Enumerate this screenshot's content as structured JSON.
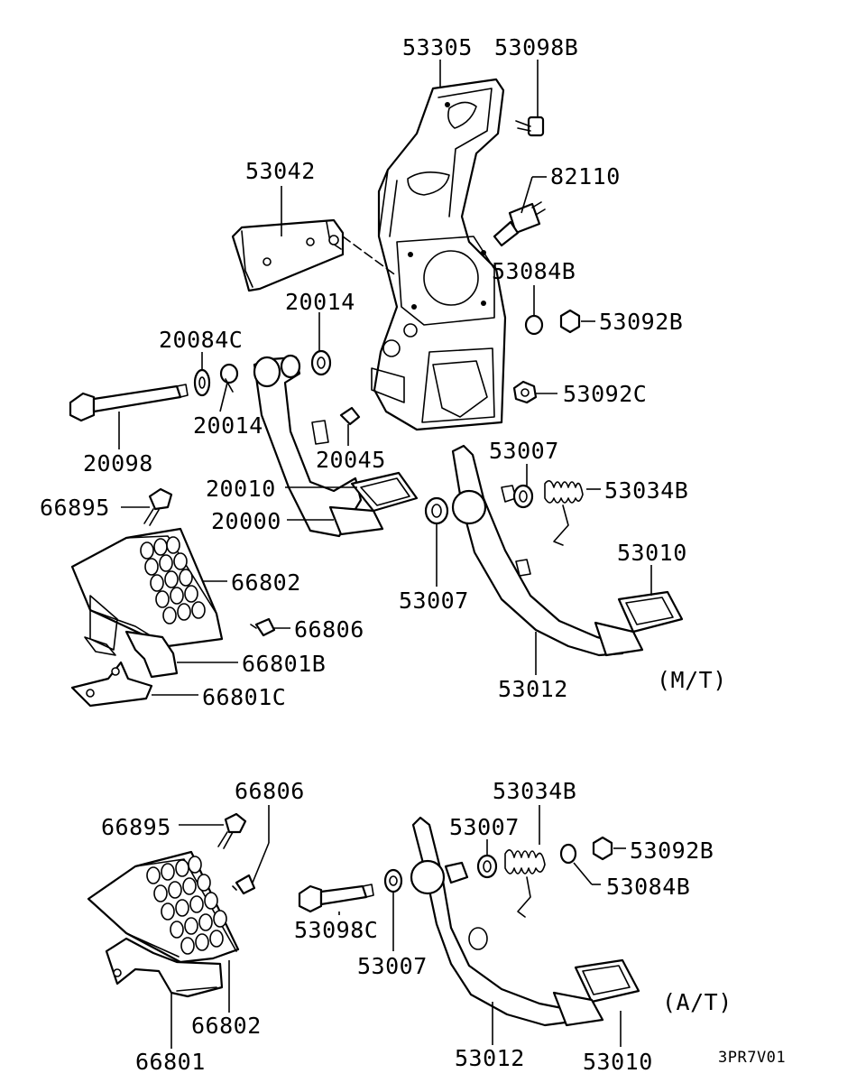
{
  "diagram": {
    "mt": {
      "section_label": "(M/T)",
      "labels": {
        "l53305": "53305",
        "l53098B": "53098B",
        "l82110": "82110",
        "l53042": "53042",
        "l53084B": "53084B",
        "l53092B": "53092B",
        "l53092C": "53092C",
        "l20014a": "20014",
        "l20084C": "20084C",
        "l20014b": "20014",
        "l20098": "20098",
        "l20045": "20045",
        "l20010": "20010",
        "l20000": "20000",
        "l53007a": "53007",
        "l53034B": "53034B",
        "l66895": "66895",
        "l66802": "66802",
        "l53007b": "53007",
        "l53010": "53010",
        "l66806": "66806",
        "l66801B": "66801B",
        "l66801C": "66801C",
        "l53012": "53012"
      }
    },
    "at": {
      "section_label": "(A/T)",
      "labels": {
        "l66806": "66806",
        "l53034B": "53034B",
        "l66895": "66895",
        "l53007a": "53007",
        "l53092B": "53092B",
        "l53084B": "53084B",
        "l53098C": "53098C",
        "l53007b": "53007",
        "l66802": "66802",
        "l66801": "66801",
        "l53012": "53012",
        "l53010": "53010"
      }
    },
    "figure_code": "3PR7V01"
  }
}
